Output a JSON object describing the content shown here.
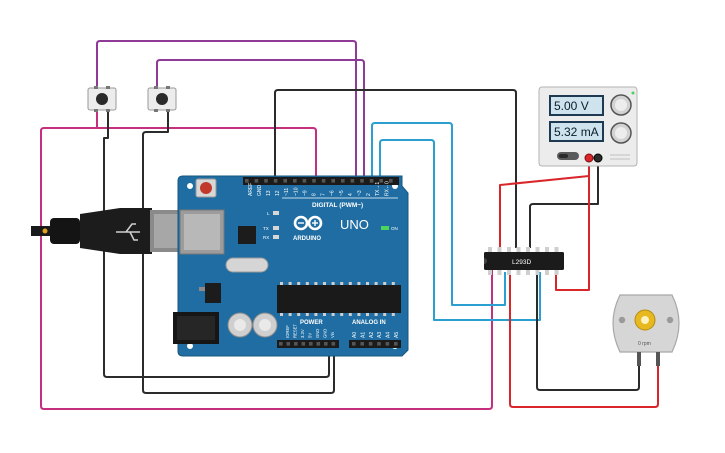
{
  "board": {
    "brand": "ARDUINO",
    "model": "UNO",
    "digital_header": "DIGITAL (PWM~)",
    "aref": "AREF",
    "gnd": "GND",
    "digital_pins": [
      "13",
      "12",
      "~11",
      "~10",
      "~9",
      "8",
      "7",
      "~6",
      "~5",
      "4",
      "~3",
      "2",
      "TX→1",
      "RX←0"
    ],
    "led_l": "L",
    "led_tx": "TX",
    "led_rx": "RX",
    "on_label": "ON",
    "power_header": "POWER",
    "analog_header": "ANALOG IN",
    "power_pins": [
      "IOREF",
      "RESET",
      "3.3V",
      "5V",
      "GND",
      "GND",
      "Vin"
    ],
    "analog_pins": [
      "A0",
      "A1",
      "A2",
      "A3",
      "A4",
      "A5"
    ]
  },
  "supply": {
    "voltage": "5.00 V",
    "current": "5.32 mA"
  },
  "driver": {
    "label": "L293D"
  },
  "motor": {
    "speed": "0 rpm"
  },
  "colors": {
    "purple": "#8e3a96",
    "magenta": "#c4307e",
    "black": "#2b2b2b",
    "blue": "#2a9fd0",
    "red": "#d9262b",
    "board": "#1f6da2"
  }
}
